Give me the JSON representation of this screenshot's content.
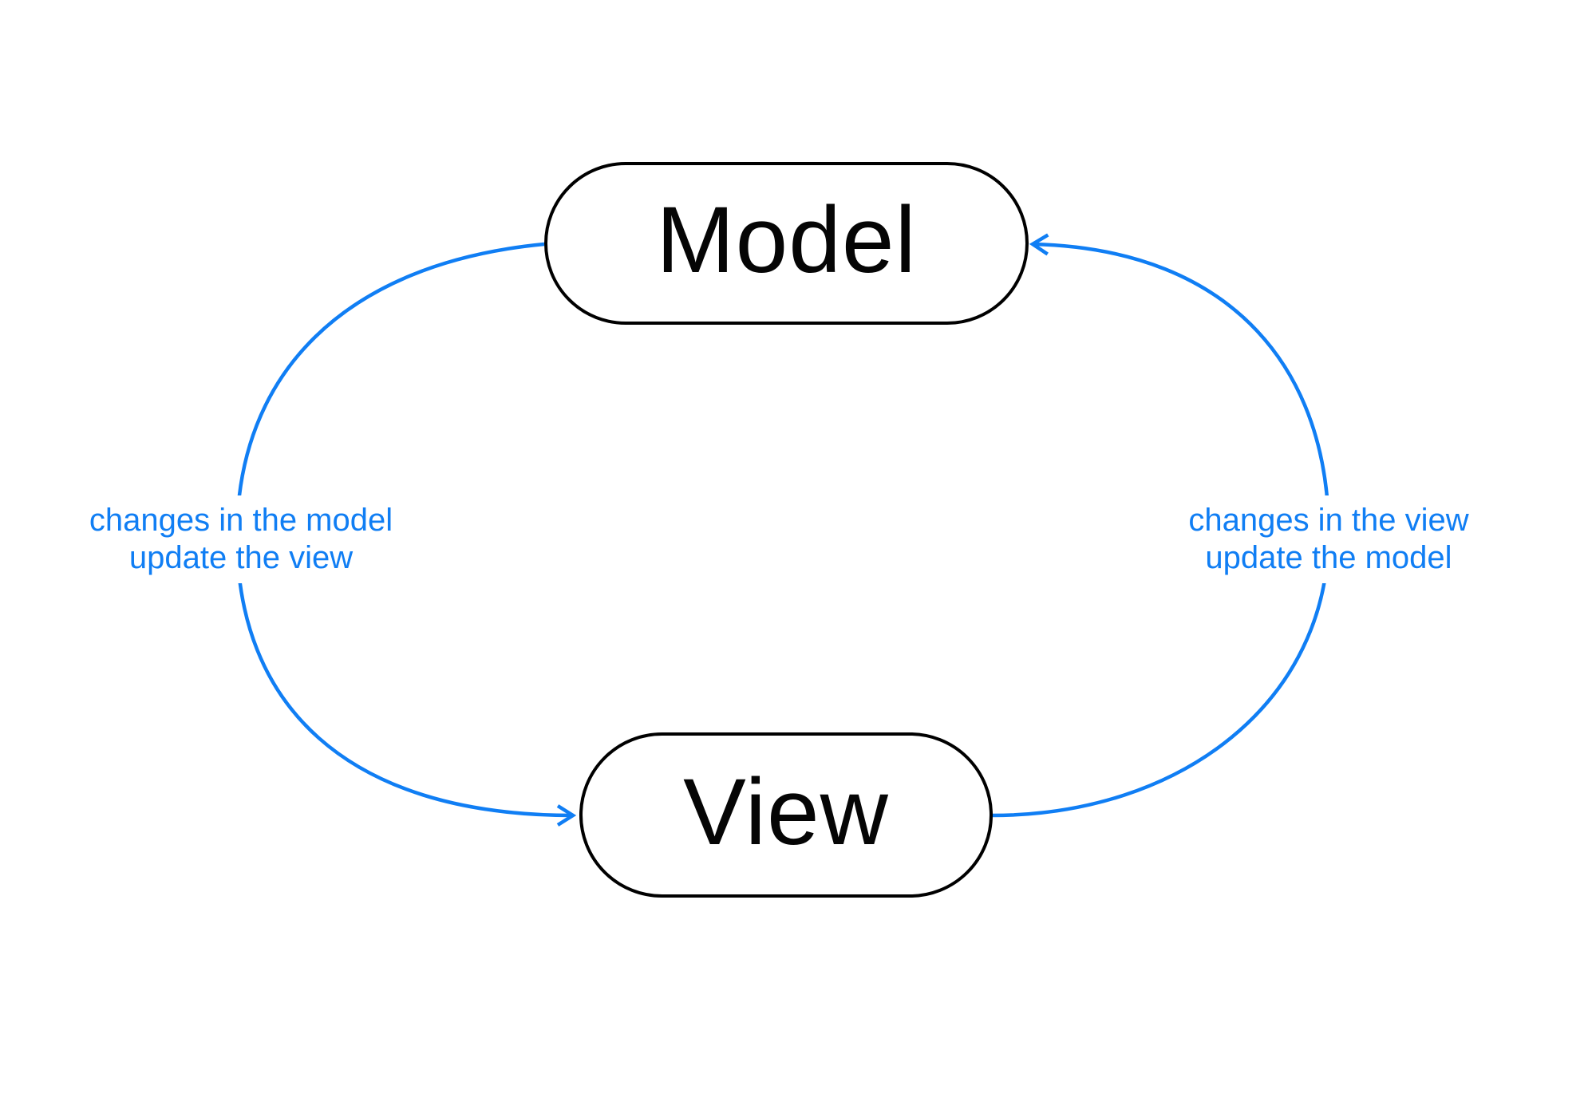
{
  "diagram_type": "cycle-diagram",
  "colors": {
    "edge_blue": "#107ef4",
    "node_border": "#000000",
    "node_fill": "#ffffff",
    "node_text": "#050505",
    "background": "#ffffff"
  },
  "nodes": {
    "model": {
      "label": "Model"
    },
    "view": {
      "label": "View"
    }
  },
  "edges": {
    "model_to_view": {
      "from": "Model",
      "to": "View",
      "arrow": "open-arrowhead",
      "label_line1": "changes in the model",
      "label_line2": "update the view"
    },
    "view_to_model": {
      "from": "View",
      "to": "Model",
      "arrow": "open-arrowhead",
      "label_line1": "changes in the view",
      "label_line2": "update the model"
    }
  }
}
